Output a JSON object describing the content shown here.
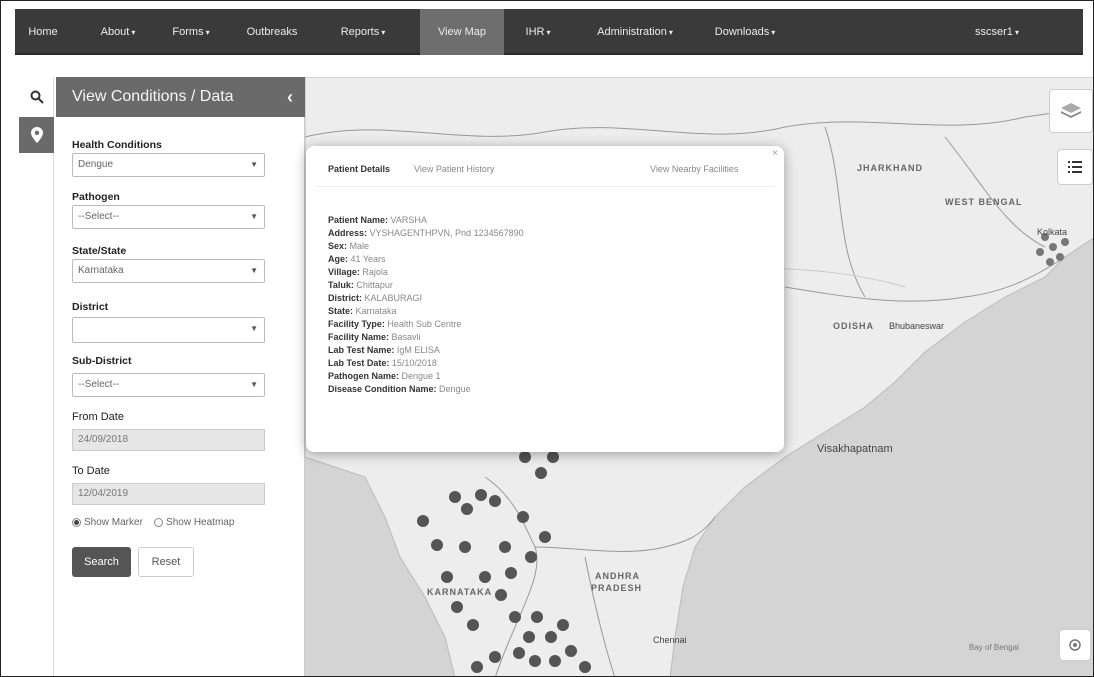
{
  "nav": {
    "items": [
      {
        "label": "Home",
        "caret": false
      },
      {
        "label": "About",
        "caret": true
      },
      {
        "label": "Forms",
        "caret": true
      },
      {
        "label": "Outbreaks",
        "caret": false
      },
      {
        "label": "Reports",
        "caret": true
      },
      {
        "label": "View Map",
        "caret": false,
        "active": true
      },
      {
        "label": "IHR",
        "caret": true
      },
      {
        "label": "Administration",
        "caret": true
      },
      {
        "label": "Downloads",
        "caret": true
      }
    ],
    "user": "sscser1"
  },
  "sidebar": {
    "title": "View Conditions / Data",
    "health_conditions_label": "Health Conditions",
    "health_conditions_value": "Dengue",
    "pathogen_label": "Pathogen",
    "pathogen_value": "--Select--",
    "state_label": "State/State",
    "state_value": "Karnataka",
    "district_label": "District",
    "district_value": "",
    "subdistrict_label": "Sub-District",
    "subdistrict_value": "--Select--",
    "from_date_label": "From Date",
    "from_date_value": "24/09/2018",
    "to_date_label": "To Date",
    "to_date_value": "12/04/2019",
    "radio_marker": "Show Marker",
    "radio_heatmap": "Show Heatmap",
    "search_label": "Search",
    "reset_label": "Reset"
  },
  "popup": {
    "tab_patient_details": "Patient Details",
    "tab_patient_history": "View Patient History",
    "tab_nearby": "View Nearby Facilities",
    "close": "×",
    "details": [
      {
        "label": "Patient Name:",
        "value": "VARSHA"
      },
      {
        "label": "Address:",
        "value": "VYSHAGENTHPVN, Pnd 1234567890"
      },
      {
        "label": "Sex:",
        "value": "Male"
      },
      {
        "label": "Age:",
        "value": "41 Years"
      },
      {
        "label": "Village:",
        "value": "Rajola"
      },
      {
        "label": "Taluk:",
        "value": "Chittapur"
      },
      {
        "label": "District:",
        "value": "KALABURAGI"
      },
      {
        "label": "State:",
        "value": "Karnataka"
      },
      {
        "label": "Facility Type:",
        "value": "Health Sub Centre"
      },
      {
        "label": "Facility Name:",
        "value": "Basavli"
      },
      {
        "label": "Lab Test Name:",
        "value": "IgM ELISA"
      },
      {
        "label": "Lab Test Date:",
        "value": "15/10/2018"
      },
      {
        "label": "Pathogen Name:",
        "value": "Dengue 1"
      },
      {
        "label": "Disease Condition Name:",
        "value": "Dengue"
      }
    ]
  },
  "map": {
    "regions": {
      "jharkhand": "JHARKHAND",
      "west_bengal": "WEST BENGAL",
      "odisha": "ODISHA",
      "karnataka": "KARNATAKA",
      "andhra": "ANDHRA",
      "andhra2": "PRADESH"
    },
    "cities": {
      "kolkata": "Kolkata",
      "bhubaneswar": "Bhubaneswar",
      "visakhapatnam": "Visakhapatnam",
      "chennai": "Chennai"
    },
    "attribution": "Bay of Bengal",
    "colors": {
      "land": "#eeeeee",
      "sea": "#d2d2d2",
      "marker": "#555555"
    }
  }
}
